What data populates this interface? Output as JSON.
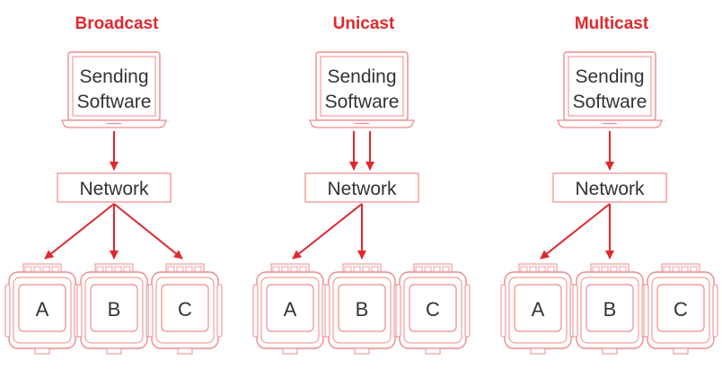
{
  "colors": {
    "accent": "#e0282e",
    "line": "#f08a8a",
    "text": "#333333"
  },
  "panels": [
    {
      "title": "Broadcast",
      "sender_line1": "Sending",
      "sender_line2": "Software",
      "network_label": "Network",
      "receivers": [
        "A",
        "B",
        "C"
      ],
      "links_to_network": 1,
      "links_to_receivers": [
        "A",
        "B",
        "C"
      ]
    },
    {
      "title": "Unicast",
      "sender_line1": "Sending",
      "sender_line2": "Software",
      "network_label": "Network",
      "receivers": [
        "A",
        "B",
        "C"
      ],
      "links_to_network": 2,
      "links_to_receivers": [
        "A",
        "B"
      ]
    },
    {
      "title": "Multicast",
      "sender_line1": "Sending",
      "sender_line2": "Software",
      "network_label": "Network",
      "receivers": [
        "A",
        "B",
        "C"
      ],
      "links_to_network": 1,
      "links_to_receivers": [
        "A",
        "B"
      ]
    }
  ]
}
